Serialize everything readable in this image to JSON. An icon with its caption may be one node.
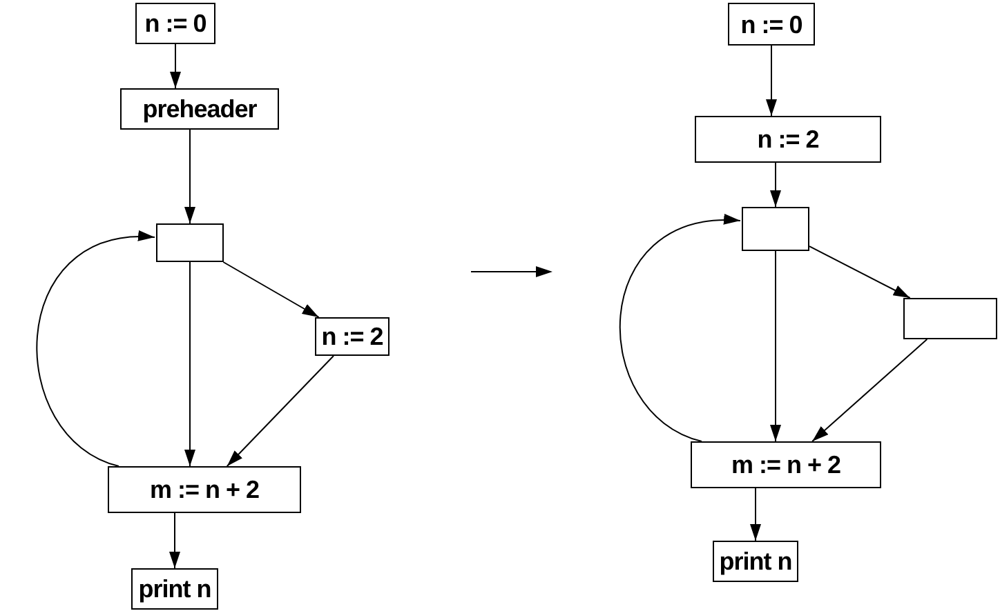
{
  "diagram": {
    "nodes": [
      {
        "text": [
          "n := 0"
        ]
      },
      {
        "text": [
          "preheader"
        ]
      },
      {
        "text": [],
        "shape": "box"
      },
      {
        "text": [
          "n := 2"
        ]
      },
      {
        "text": [
          "m := n + 2"
        ]
      },
      {
        "text": [
          "print n"
        ]
      },
      {
        "text": [
          "n := 0"
        ]
      },
      {
        "text": [
          "n := 2"
        ]
      },
      {
        "text": [],
        "shape": "box"
      },
      {
        "text": [],
        "shape": "box"
      },
      {
        "text": [
          "m := n + 2"
        ]
      },
      {
        "text": [
          "print n"
        ]
      }
    ],
    "edges": [
      {
        "from": 0,
        "to": 1,
        "arrow": "to"
      },
      {
        "from": 1,
        "to": 2,
        "arrow": "to"
      },
      {
        "from": 2,
        "to": 4,
        "arrow": "to"
      },
      {
        "from": 2,
        "to": 3,
        "arrow": "to"
      },
      {
        "from": 3,
        "to": 4,
        "arrow": "to"
      },
      {
        "from": 4,
        "to": 2,
        "arrow": "to"
      },
      {
        "from": 4,
        "to": 5,
        "arrow": "to"
      },
      {
        "from": 6,
        "to": 7,
        "arrow": "to"
      },
      {
        "from": 7,
        "to": 8,
        "arrow": "to"
      },
      {
        "from": 8,
        "to": 10,
        "arrow": "to"
      },
      {
        "from": 8,
        "to": 9,
        "arrow": "to"
      },
      {
        "from": 9,
        "to": 10,
        "arrow": "to"
      },
      {
        "from": 10,
        "to": 8,
        "arrow": "to"
      },
      {
        "from": 10,
        "to": 11,
        "arrow": "to"
      }
    ]
  }
}
